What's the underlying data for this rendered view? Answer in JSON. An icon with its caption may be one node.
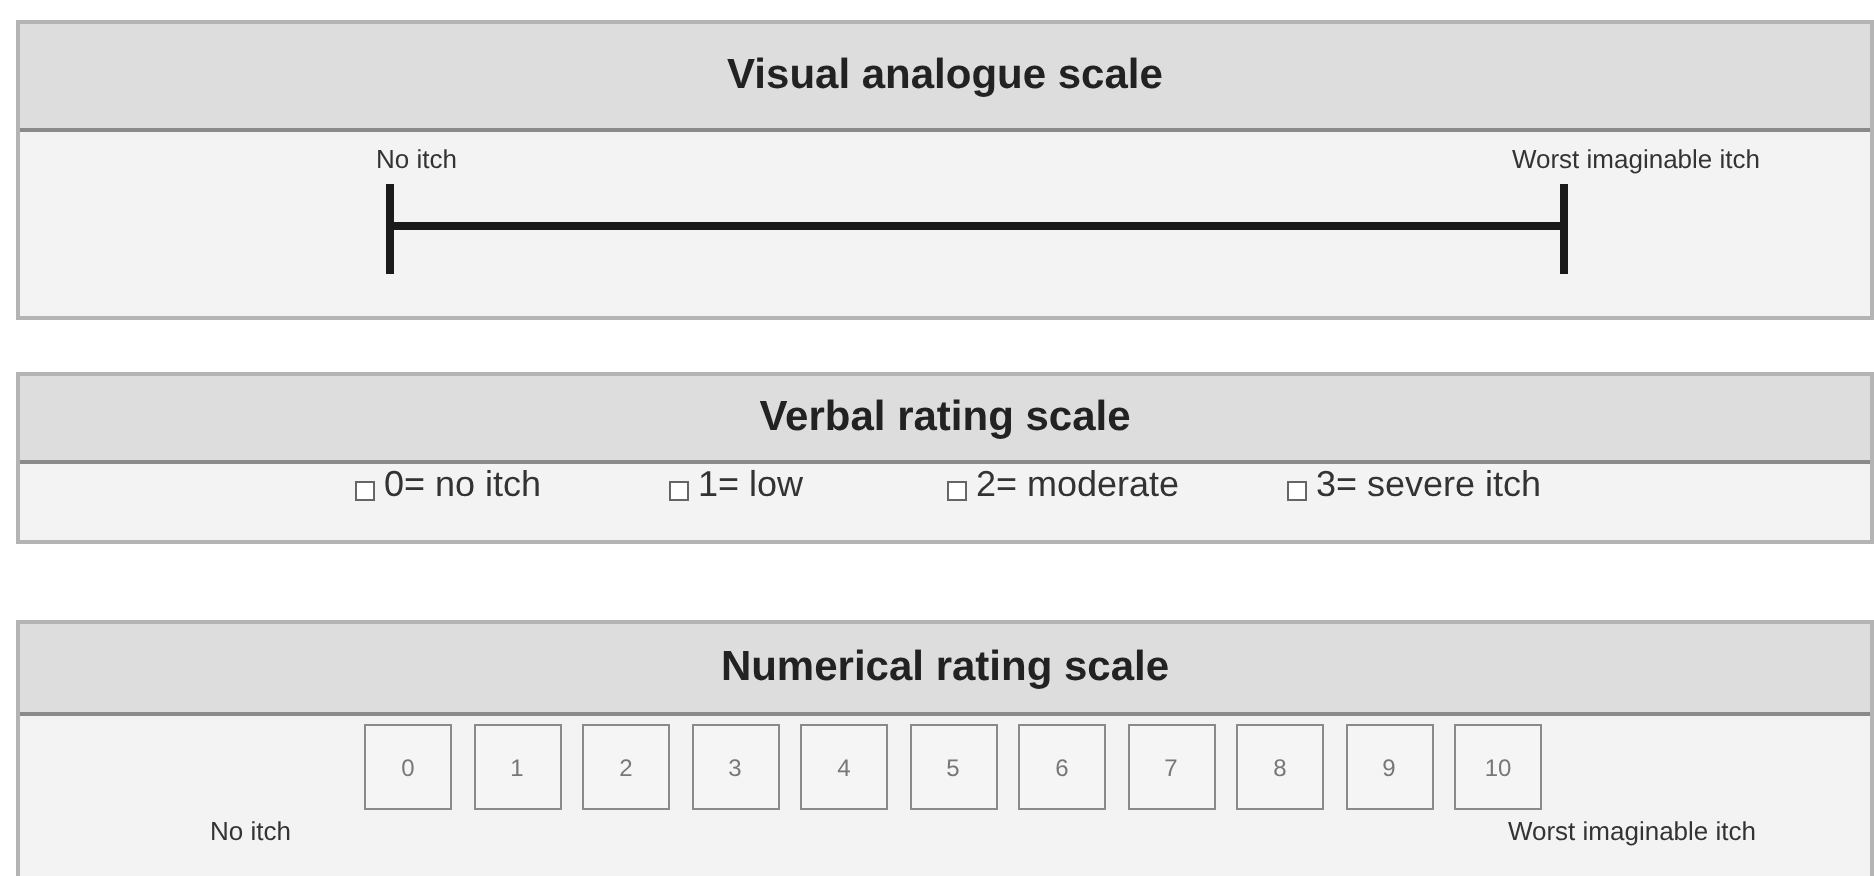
{
  "diagram": {
    "nodes": [
      {
        "text": [
          "Visual analogue scale"
        ]
      },
      {
        "text": [
          "Verbal rating scale"
        ]
      },
      {
        "text": [
          "Numerical rating scale"
        ]
      },
      {
        "text": [
          "0"
        ],
        "in": 2
      },
      {
        "text": [
          "1"
        ],
        "in": 2
      },
      {
        "text": [
          "2"
        ],
        "in": 2
      },
      {
        "text": [
          "3"
        ],
        "in": 2
      },
      {
        "text": [
          "4"
        ],
        "in": 2
      },
      {
        "text": [
          "5"
        ],
        "in": 2
      },
      {
        "text": [
          "6"
        ],
        "in": 2
      },
      {
        "text": [
          "7"
        ],
        "in": 2
      },
      {
        "text": [
          "8"
        ],
        "in": 2
      },
      {
        "text": [
          "9"
        ],
        "in": 2
      },
      {
        "text": [
          "10"
        ],
        "in": 2
      }
    ],
    "labels": [
      "No itch",
      "Worst imaginable itch",
      "0= no itch",
      "1= low",
      "2= moderate",
      "3= severe itch",
      "No itch",
      "Worst imaginable itch"
    ]
  }
}
